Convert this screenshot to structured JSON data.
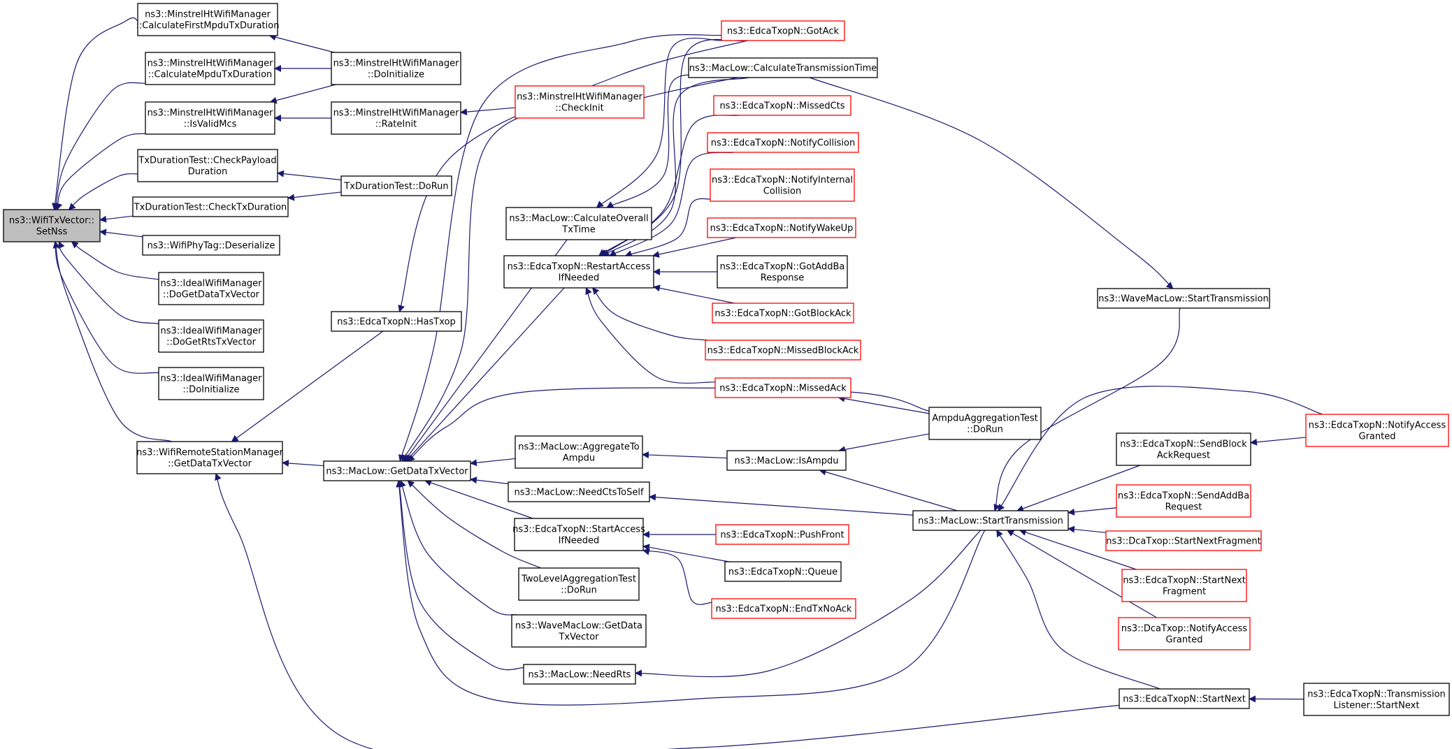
{
  "colors": {
    "edge": "#191970",
    "node_border_normal": "#000000",
    "node_border_red": "#ff0000",
    "node_fill_root": "#bfbfbf",
    "node_fill": "#ffffff"
  },
  "nodes": {
    "setnss": {
      "lines": [
        "ns3::WifiTxVector::",
        "SetNss"
      ],
      "style": "root"
    },
    "minstrel_calc_first": {
      "lines": [
        "ns3::MinstrelHtWifiManager",
        "::CalculateFirstMpduTxDuration"
      ],
      "style": "normal"
    },
    "minstrel_calc_mpdu": {
      "lines": [
        "ns3::MinstrelHtWifiManager",
        "::CalculateMpduTxDuration"
      ],
      "style": "normal"
    },
    "minstrel_isvalid": {
      "lines": [
        "ns3::MinstrelHtWifiManager",
        "::IsValidMcs"
      ],
      "style": "normal"
    },
    "txdur_checkpayload": {
      "lines": [
        "TxDurationTest::CheckPayload",
        "Duration"
      ],
      "style": "normal"
    },
    "txdur_checktx": {
      "lines": [
        "TxDurationTest::CheckTxDuration"
      ],
      "style": "normal"
    },
    "phytag_deser": {
      "lines": [
        "ns3::WifiPhyTag::Deserialize"
      ],
      "style": "normal"
    },
    "ideal_getdata": {
      "lines": [
        "ns3::IdealWifiManager",
        "::DoGetDataTxVector"
      ],
      "style": "normal"
    },
    "ideal_getrts": {
      "lines": [
        "ns3::IdealWifiManager",
        "::DoGetRtsTxVector"
      ],
      "style": "normal"
    },
    "ideal_doinit": {
      "lines": [
        "ns3::IdealWifiManager",
        "::DoInitialize"
      ],
      "style": "normal"
    },
    "remote_getdata": {
      "lines": [
        "ns3::WifiRemoteStationManager",
        "::GetDataTxVector"
      ],
      "style": "normal"
    },
    "minstrel_doinit": {
      "lines": [
        "ns3::MinstrelHtWifiManager",
        "::DoInitialize"
      ],
      "style": "normal"
    },
    "minstrel_rateinit": {
      "lines": [
        "ns3::MinstrelHtWifiManager",
        "::RateInit"
      ],
      "style": "normal"
    },
    "txdur_dorun": {
      "lines": [
        "TxDurationTest::DoRun"
      ],
      "style": "normal"
    },
    "minstrel_checkinit": {
      "lines": [
        "ns3::MinstrelHtWifiManager",
        "::CheckInit"
      ],
      "style": "red"
    },
    "edca_hastxop": {
      "lines": [
        "ns3::EdcaTxopN::HasTxop"
      ],
      "style": "normal"
    },
    "maclow_getdata": {
      "lines": [
        "ns3::MacLow::GetDataTxVector"
      ],
      "style": "normal"
    },
    "maclow_calc_overall": {
      "lines": [
        "ns3::MacLow::CalculateOverall",
        "TxTime"
      ],
      "style": "normal"
    },
    "edca_restart": {
      "lines": [
        "ns3::EdcaTxopN::RestartAccess",
        "IfNeeded"
      ],
      "style": "normal"
    },
    "maclow_aggregate": {
      "lines": [
        "ns3::MacLow::AggregateTo",
        "Ampdu"
      ],
      "style": "normal"
    },
    "maclow_needcts": {
      "lines": [
        "ns3::MacLow::NeedCtsToSelf"
      ],
      "style": "normal"
    },
    "edca_startaccess": {
      "lines": [
        "ns3::EdcaTxopN::StartAccess",
        "IfNeeded"
      ],
      "style": "normal"
    },
    "twolevel_dorun": {
      "lines": [
        "TwoLevelAggregationTest",
        "::DoRun"
      ],
      "style": "normal"
    },
    "wavemaclow_getdata": {
      "lines": [
        "ns3::WaveMacLow::GetData",
        "TxVector"
      ],
      "style": "normal"
    },
    "maclow_needrts": {
      "lines": [
        "ns3::MacLow::NeedRts"
      ],
      "style": "normal"
    },
    "edca_gotack": {
      "lines": [
        "ns3::EdcaTxopN::GotAck"
      ],
      "style": "red"
    },
    "maclow_calc_trans": {
      "lines": [
        "ns3::MacLow::CalculateTransmissionTime"
      ],
      "style": "normal"
    },
    "edca_missedcts": {
      "lines": [
        "ns3::EdcaTxopN::MissedCts"
      ],
      "style": "red"
    },
    "edca_notifycollision": {
      "lines": [
        "ns3::EdcaTxopN::NotifyCollision"
      ],
      "style": "red"
    },
    "edca_notifyinternal": {
      "lines": [
        "ns3::EdcaTxopN::NotifyInternal",
        "Collision"
      ],
      "style": "red"
    },
    "edca_notifywakeup": {
      "lines": [
        "ns3::EdcaTxopN::NotifyWakeUp"
      ],
      "style": "red"
    },
    "edca_gotaddba": {
      "lines": [
        "ns3::EdcaTxopN::GotAddBa",
        "Response"
      ],
      "style": "normal"
    },
    "edca_gotblockack": {
      "lines": [
        "ns3::EdcaTxopN::GotBlockAck"
      ],
      "style": "red"
    },
    "edca_missedblockack": {
      "lines": [
        "ns3::EdcaTxopN::MissedBlockAck"
      ],
      "style": "red"
    },
    "edca_missedack": {
      "lines": [
        "ns3::EdcaTxopN::MissedAck"
      ],
      "style": "red"
    },
    "maclow_isampdu": {
      "lines": [
        "ns3::MacLow::IsAmpdu"
      ],
      "style": "normal"
    },
    "edca_pushfront": {
      "lines": [
        "ns3::EdcaTxopN::PushFront"
      ],
      "style": "red"
    },
    "edca_queue": {
      "lines": [
        "ns3::EdcaTxopN::Queue"
      ],
      "style": "normal"
    },
    "edca_endtxnoack": {
      "lines": [
        "ns3::EdcaTxopN::EndTxNoAck"
      ],
      "style": "red"
    },
    "ampdu_dorun": {
      "lines": [
        "AmpduAggregationTest",
        "::DoRun"
      ],
      "style": "normal"
    },
    "maclow_starttrans": {
      "lines": [
        "ns3::MacLow::StartTransmission"
      ],
      "style": "normal"
    },
    "wavemaclow_starttrans": {
      "lines": [
        "ns3::WaveMacLow::StartTransmission"
      ],
      "style": "normal"
    },
    "edca_sendblockack": {
      "lines": [
        "ns3::EdcaTxopN::SendBlock",
        "AckRequest"
      ],
      "style": "normal"
    },
    "edca_sendaddba": {
      "lines": [
        "ns3::EdcaTxopN::SendAddBa",
        "Request"
      ],
      "style": "red"
    },
    "dca_startnextfrag": {
      "lines": [
        "ns3::DcaTxop::StartNextFragment"
      ],
      "style": "red"
    },
    "edca_startnextfrag": {
      "lines": [
        "ns3::EdcaTxopN::StartNext",
        "Fragment"
      ],
      "style": "red"
    },
    "dca_notifyaccess": {
      "lines": [
        "ns3::DcaTxop::NotifyAccess",
        "Granted"
      ],
      "style": "red"
    },
    "edca_startnext": {
      "lines": [
        "ns3::EdcaTxopN::StartNext"
      ],
      "style": "normal"
    },
    "edca_notifyaccess": {
      "lines": [
        "ns3::EdcaTxopN::NotifyAccess",
        "Granted"
      ],
      "style": "red"
    },
    "edca_translistener": {
      "lines": [
        "ns3::EdcaTxopN::Transmission",
        "Listener::StartNext"
      ],
      "style": "normal"
    }
  }
}
